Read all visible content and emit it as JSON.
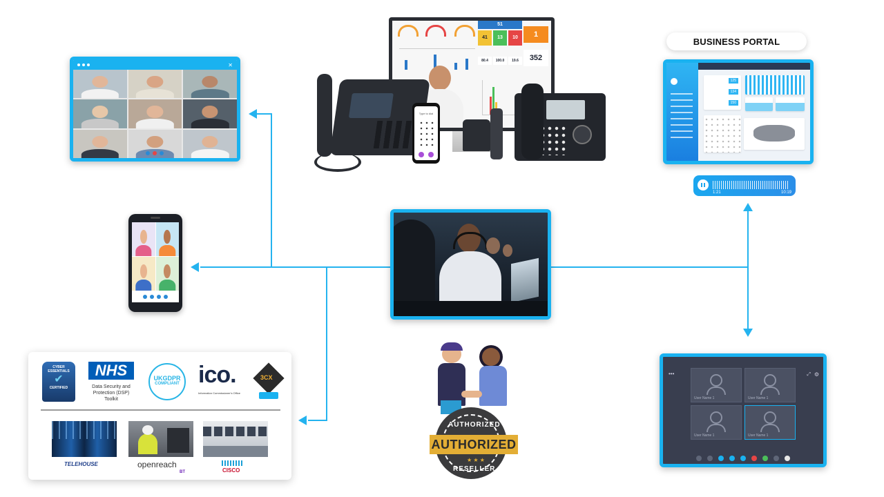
{
  "portal": {
    "title": "BUSINESS PORTAL",
    "stat1": "125",
    "stat2": "134",
    "stat3": "150"
  },
  "audio": {
    "elapsed": "1:21",
    "total": "10:19"
  },
  "conference": {
    "tiles": [
      "User Name 1",
      "User Name 1",
      "User Name 1",
      "User Name 1"
    ]
  },
  "dashboard": {
    "top_value": "51",
    "stat_a": "41",
    "stat_b": "13",
    "stat_c": "10",
    "stat_d": "1",
    "stat_e": "352",
    "stat_f": "80.4",
    "stat_g": "100.0",
    "stat_h": "19.6",
    "softphone_prompt": "Type to dial"
  },
  "certifications": {
    "cyber": "CYBER ESSENTIALS",
    "cyber_sub": "CERTIFIED",
    "nhs": "NHS",
    "nhs_text": "Data Security and Protection (DSP) Toolkit",
    "gdpr": "UKGDPR",
    "gdpr_sub": "COMPLIANT",
    "ico": "ico.",
    "ico_sub": "Information Commissioner's Office",
    "threecx": "3CX",
    "partners": [
      "TELEHOUSE",
      "openreach",
      "CISCO"
    ],
    "openreach_tag": "BT"
  },
  "badge": {
    "top": "AUTHORIZED",
    "banner": "AUTHORIZED",
    "bottom": "RESELLER"
  },
  "colors": {
    "accent": "#24b3ef",
    "badge_gold": "#e3ae35",
    "nhs_blue": "#005eb8"
  }
}
